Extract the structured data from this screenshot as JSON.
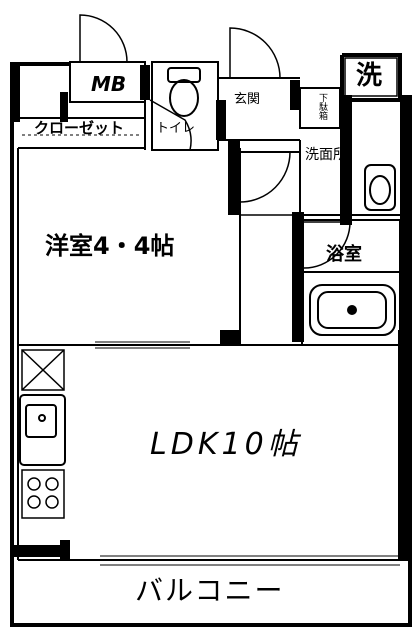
{
  "rooms": {
    "mb": "MB",
    "closet": "クローゼット",
    "toilet": "トイレ",
    "entrance": "玄関",
    "shoe_box": "下駄箱",
    "laundry": "洗",
    "washroom": "洗面所",
    "bedroom": "洋室4・4帖",
    "bathroom": "浴室",
    "ldk": "LDK10帖",
    "balcony": "バルコニー"
  }
}
